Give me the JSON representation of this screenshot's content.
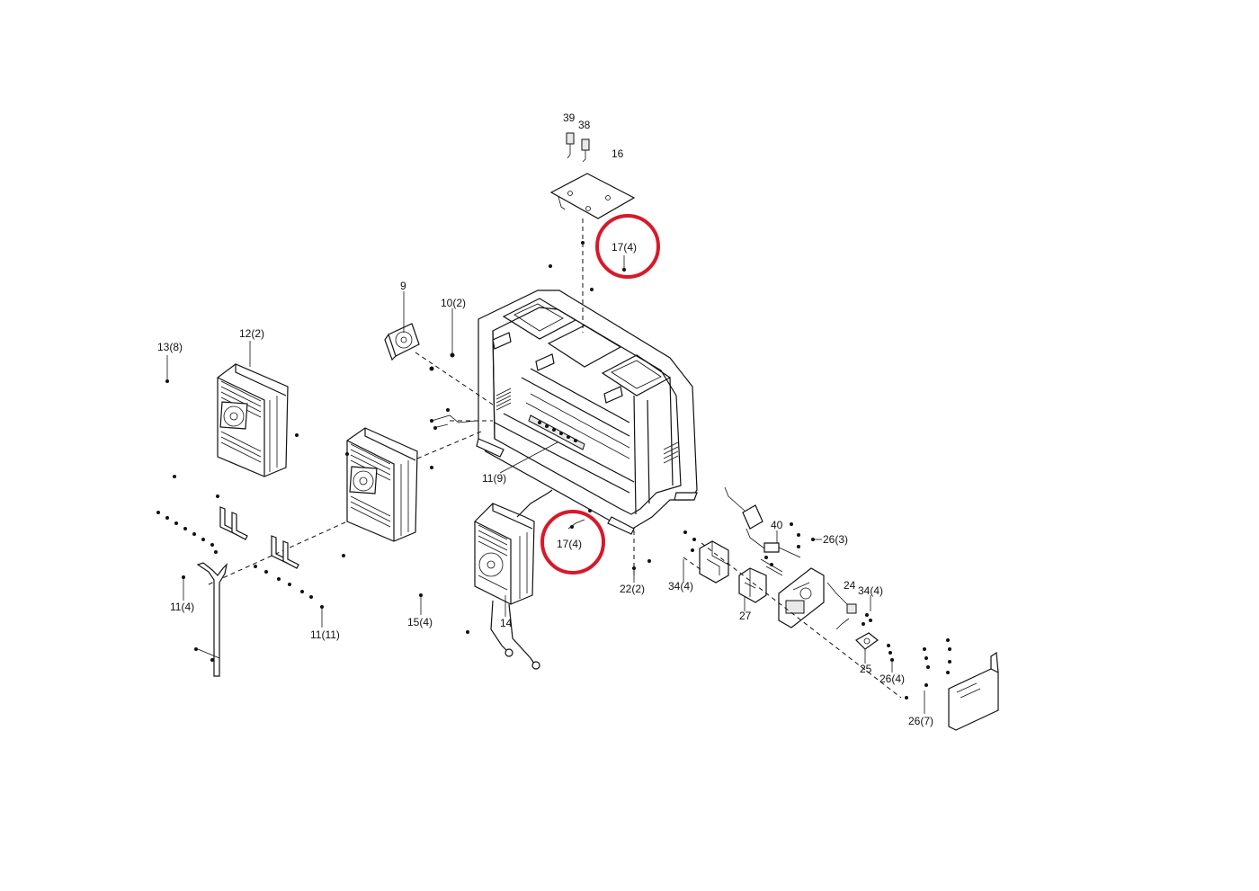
{
  "labels": {
    "p39": "39",
    "p38": "38",
    "p16": "16",
    "p17_top": "17(4)",
    "p9": "9",
    "p10": "10(2)",
    "p13": "13(8)",
    "p12": "12(2)",
    "p11_9": "11(9)",
    "p17_mid": "17(4)",
    "p40": "40",
    "p26_3": "26(3)",
    "p22": "22(2)",
    "p34_left": "34(4)",
    "p24": "24",
    "p34_right": "34(4)",
    "p27": "27",
    "p11_4": "11(4)",
    "p15": "15(4)",
    "p14": "14",
    "p11_11": "11(11)",
    "p25": "25",
    "p26_4": "26(4)",
    "p26_7": "26(7)"
  },
  "colors": {
    "highlight": "#d7192a",
    "line": "#111111"
  }
}
